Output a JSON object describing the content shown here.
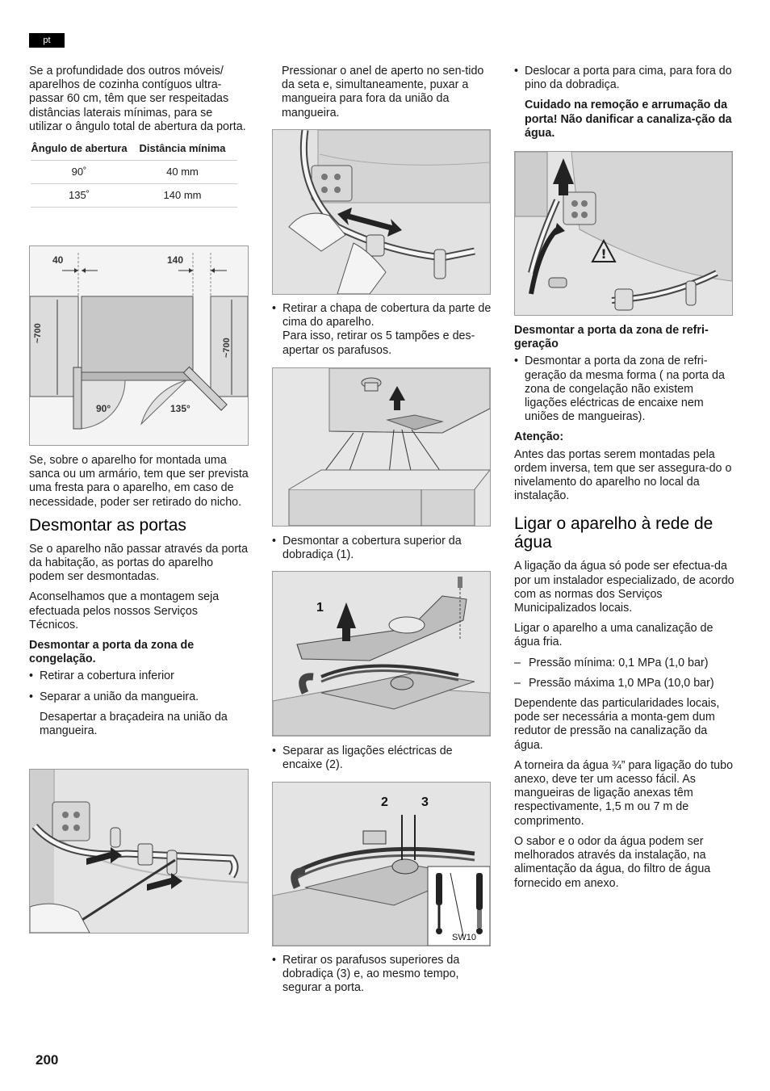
{
  "lang_tag": "pt",
  "page_number": "200",
  "col1": {
    "p1": "Se a profundidade dos outros móveis/ aparelhos de cozinha contíguos ultra-passar 60 cm, têm que ser respeitadas distâncias laterais mínimas, para se utilizar o ângulo total de abertura da porta.",
    "table": {
      "head_angle": "Ângulo de abertura",
      "head_dist": "Distância mínima",
      "rows": [
        {
          "angle": "90˚",
          "dist": "40 mm"
        },
        {
          "angle": "135˚",
          "dist": "140 mm"
        }
      ]
    },
    "fig1": {
      "dim_left": "40",
      "dim_right": "140",
      "depth_left": "~700",
      "depth_right": "~700",
      "angle_left": "90°",
      "angle_right": "135°"
    },
    "p2": "Se, sobre o aparelho for montada uma sanca ou um armário, tem que ser prevista uma fresta para o aparelho, em caso de necessidade, poder ser retirado do nicho.",
    "h_desmontar": "Desmontar as portas",
    "p3": "Se o aparelho não passar através da porta da habitação, as portas do aparelho podem ser desmontadas.",
    "p4": "Aconselhamos que a montagem seja efectuada pelos nossos Serviços Técnicos.",
    "sub1": "Desmontar a porta da zona de congelação.",
    "b1": "Retirar a cobertura inferior",
    "b2": "Separar a união da mangueira.",
    "b2_cont": "Desapertar a braçadeira na união da mangueira."
  },
  "col2": {
    "p1": "Pressionar o anel de aperto no sen-tido da seta e, simultaneamente, puxar a mangueira para fora da união da mangueira.",
    "b1": "Retirar a chapa de cobertura da parte de cima do aparelho.",
    "b1_cont": "Para isso, retirar os 5 tampões e des-apertar os parafusos.",
    "b2": "Desmontar a cobertura superior da dobradiça (1).",
    "fig_label_1": "1",
    "b3": "Separar as ligações eléctricas de encaixe (2).",
    "fig_label_2": "2",
    "fig_label_3": "3",
    "fig_tool": "SW10",
    "b4": "Retirar os parafusos superiores da dobradiça (3) e, ao mesmo tempo, segurar a porta."
  },
  "col3": {
    "b1": "Deslocar a porta para cima, para fora do pino da dobradiça.",
    "warn": "Cuidado na remoção e arrumação da porta! Não danificar a canaliza-ção da água.",
    "sub2": "Desmontar a porta da zona de refri-geração",
    "b2": "Desmontar a porta da zona de refri-geração da mesma forma ( na porta da zona de congelação não existem ligações eléctricas de encaixe nem uniões de mangueiras).",
    "atencao_label": "Atenção:",
    "atencao_text": "Antes das portas serem montadas pela ordem inversa, tem que ser assegura-do o nivelamento do aparelho no local da instalação.",
    "h_ligar": "Ligar o aparelho à rede de água",
    "p1": "A ligação da água só pode ser efectua-da por um instalador especializado, de acordo com as normas dos Serviços Municipalizados locais.",
    "p2": "Ligar o aparelho a uma canalização de água fria.",
    "d1": "Pressão mínima: 0,1 MPa (1,0 bar)",
    "d2": "Pressão máxima 1,0 MPa (10,0 bar)",
    "p3": "Dependente das particularidades locais, pode ser necessária a monta-gem dum redutor de pressão na canalização da água.",
    "p4": "A torneira da água ¾” para ligação do tubo anexo, deve ter um acesso fácil. As mangueiras de ligação anexas têm respectivamente, 1,5 m ou 7 m de comprimento.",
    "p5": "O sabor e o odor da água podem ser melhorados através da instalação, na alimentação da água, do filtro de água fornecido em anexo."
  }
}
